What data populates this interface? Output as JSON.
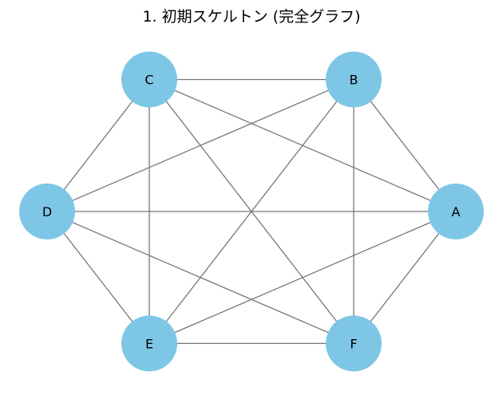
{
  "title": "1. 初期スケルトン (完全グラフ)",
  "colors": {
    "node": "#7ec6e6",
    "edge": "#777777",
    "label": "#000000"
  },
  "nodes": [
    {
      "id": "A",
      "label": "A"
    },
    {
      "id": "B",
      "label": "B"
    },
    {
      "id": "C",
      "label": "C"
    },
    {
      "id": "D",
      "label": "D"
    },
    {
      "id": "E",
      "label": "E"
    },
    {
      "id": "F",
      "label": "F"
    }
  ],
  "edges": [
    [
      "A",
      "B"
    ],
    [
      "A",
      "C"
    ],
    [
      "A",
      "D"
    ],
    [
      "A",
      "E"
    ],
    [
      "A",
      "F"
    ],
    [
      "B",
      "C"
    ],
    [
      "B",
      "D"
    ],
    [
      "B",
      "E"
    ],
    [
      "B",
      "F"
    ],
    [
      "C",
      "D"
    ],
    [
      "C",
      "E"
    ],
    [
      "C",
      "F"
    ],
    [
      "D",
      "E"
    ],
    [
      "D",
      "F"
    ],
    [
      "E",
      "F"
    ]
  ]
}
